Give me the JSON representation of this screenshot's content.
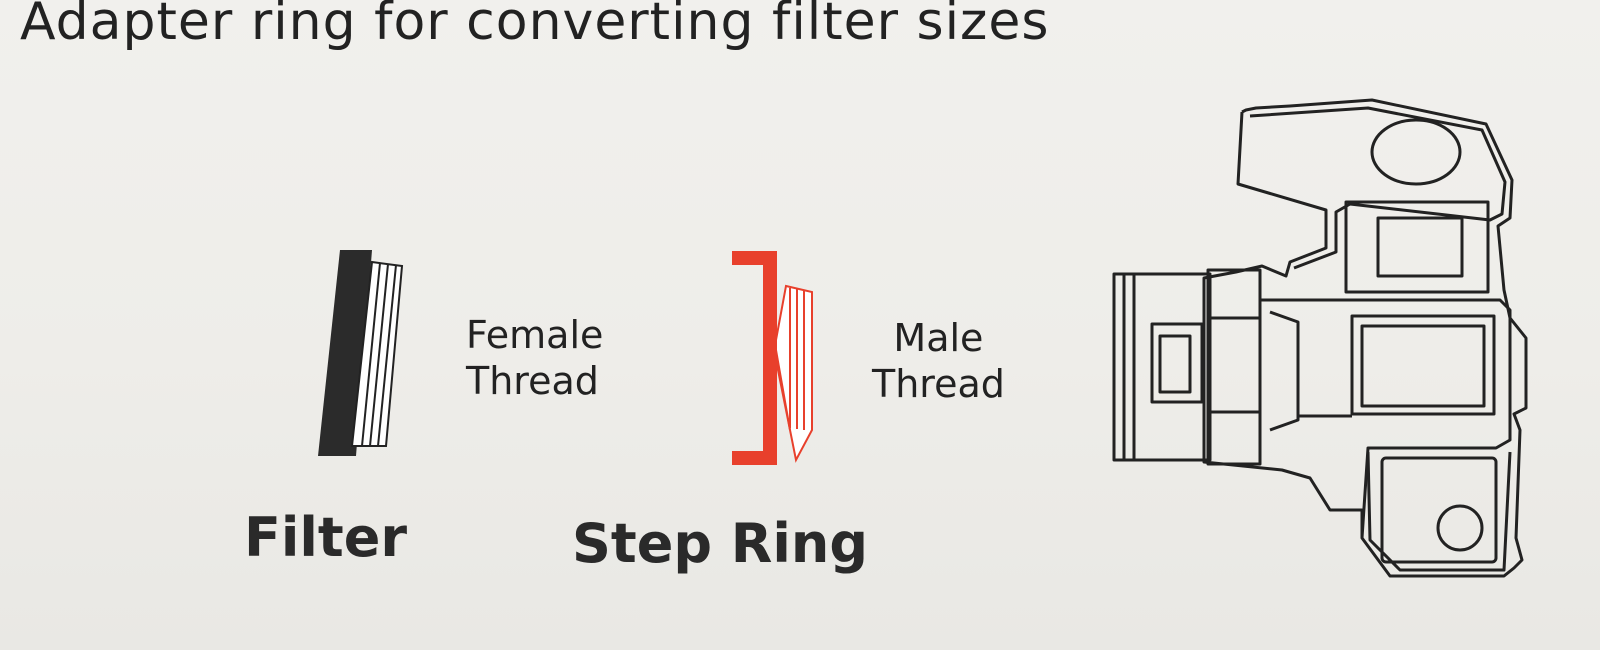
{
  "title": "Adapter ring for converting filter sizes",
  "labels": {
    "female_thread": [
      "Female",
      "Thread"
    ],
    "male_thread": [
      "Male",
      "Thread"
    ]
  },
  "captions": {
    "filter": "Filter",
    "step_ring": "Step Ring"
  },
  "colors": {
    "ink": "#222222",
    "step_ring_red": "#e8402c",
    "background": "#ecebe8"
  },
  "icons": [
    "filter-icon",
    "step-ring-icon",
    "camera-icon"
  ]
}
